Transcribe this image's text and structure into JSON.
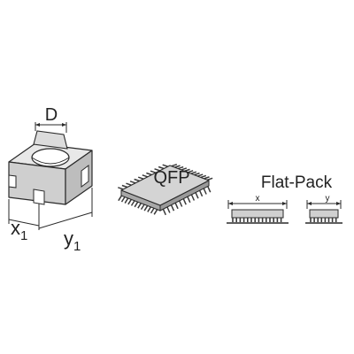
{
  "colors": {
    "body_fill": "#d9d9d9",
    "body_top": "#e6e6e6",
    "body_side": "#c4c4c4",
    "stroke": "#2a2a2a",
    "pin": "#3a3a3a",
    "text": "#222222"
  },
  "nest": {
    "dim_d": "D",
    "dim_x": "x",
    "dim_x_sub": "1",
    "dim_y": "y",
    "dim_y_sub": "1"
  },
  "qfp": {
    "label": "QFP"
  },
  "flatpack": {
    "title": "Flat-Pack",
    "dim_x": "x",
    "dim_y": "y"
  }
}
